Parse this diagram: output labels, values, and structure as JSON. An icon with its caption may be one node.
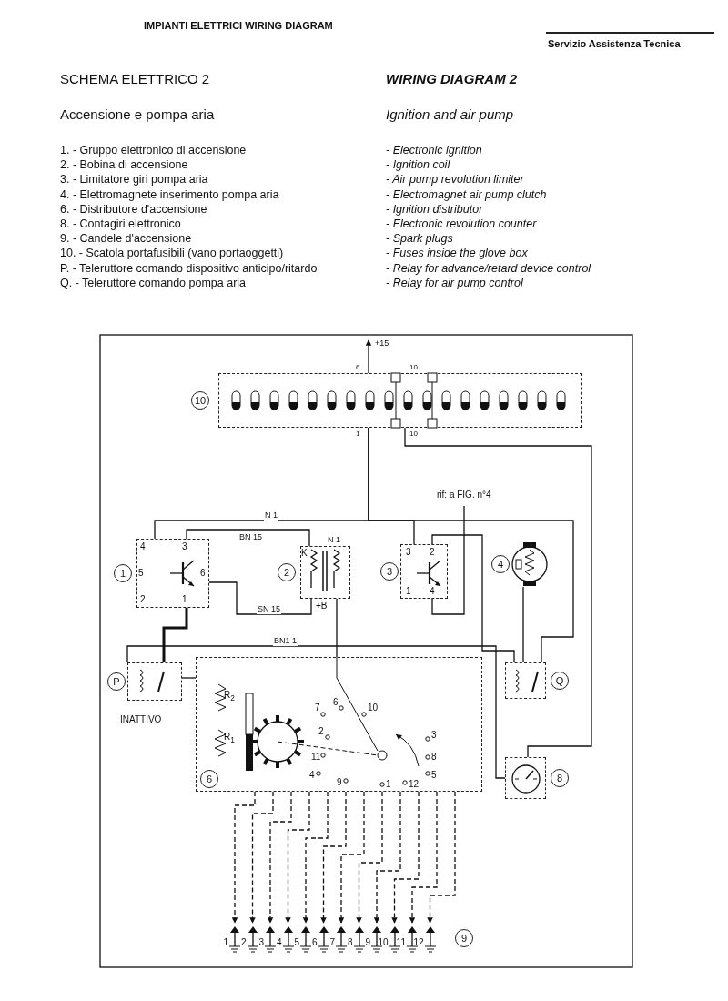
{
  "diagram": {
    "nodes": [
      {
        "text": [
          "10"
        ]
      },
      {
        "text": [
          "1"
        ]
      },
      {
        "text": [
          "2"
        ]
      },
      {
        "text": [
          "3"
        ]
      },
      {
        "text": [
          "4"
        ]
      },
      {
        "text": [
          "P"
        ]
      },
      {
        "text": [
          "6"
        ]
      },
      {
        "text": [
          "Q"
        ]
      },
      {
        "text": [
          "8"
        ]
      },
      {
        "text": [
          "1"
        ]
      },
      {
        "text": [
          "2"
        ]
      },
      {
        "text": [
          "3"
        ]
      },
      {
        "text": [
          "4"
        ]
      },
      {
        "text": [
          "5"
        ]
      },
      {
        "text": [
          "6"
        ]
      },
      {
        "text": [
          "7"
        ]
      },
      {
        "text": [
          "8"
        ]
      },
      {
        "text": [
          "9"
        ]
      },
      {
        "text": [
          "10"
        ]
      },
      {
        "text": [
          "11"
        ]
      },
      {
        "text": [
          "12"
        ]
      }
    ],
    "edges": [
      {
        "from": 0,
        "to": null,
        "arrow": "to",
        "label": "+15"
      },
      {
        "from": 0,
        "to": 8,
        "arrow": "none"
      },
      {
        "from": 0,
        "to": 1,
        "arrow": "none",
        "label": "N 1"
      },
      {
        "from": 0,
        "to": 3,
        "arrow": "none"
      },
      {
        "from": 0,
        "to": 7,
        "arrow": "none"
      },
      {
        "from": 1,
        "to": 2,
        "arrow": "none",
        "label": "BN 15"
      },
      {
        "from": 1,
        "to": 2,
        "arrow": "none",
        "label": "SN 15"
      },
      {
        "from": 2,
        "to": 6,
        "arrow": "none"
      },
      {
        "from": 1,
        "to": 5,
        "arrow": "none",
        "style": "thick"
      },
      {
        "from": 5,
        "to": 6,
        "arrow": "none"
      },
      {
        "from": 3,
        "to": 7,
        "arrow": "none"
      },
      {
        "from": 3,
        "to": null,
        "arrow": "none"
      },
      {
        "from": 4,
        "to": 7,
        "arrow": "none"
      },
      {
        "from": 5,
        "to": 8,
        "arrow": "none",
        "label": "BN1 1"
      },
      {
        "from": 6,
        "to": 9,
        "arrow": "to",
        "style": "dashed"
      },
      {
        "from": 6,
        "to": 10,
        "arrow": "to",
        "style": "dashed"
      },
      {
        "from": 6,
        "to": 11,
        "arrow": "to",
        "style": "dashed"
      },
      {
        "from": 6,
        "to": 12,
        "arrow": "to",
        "style": "dashed"
      },
      {
        "from": 6,
        "to": 13,
        "arrow": "to",
        "style": "dashed"
      },
      {
        "from": 6,
        "to": 14,
        "arrow": "to",
        "style": "dashed"
      },
      {
        "from": 6,
        "to": 15,
        "arrow": "to",
        "style": "dashed"
      },
      {
        "from": 6,
        "to": 16,
        "arrow": "to",
        "style": "dashed"
      },
      {
        "from": 6,
        "to": 17,
        "arrow": "to",
        "style": "dashed"
      },
      {
        "from": 6,
        "to": 18,
        "arrow": "to",
        "style": "dashed"
      },
      {
        "from": 6,
        "to": 19,
        "arrow": "to",
        "style": "dashed"
      },
      {
        "from": 6,
        "to": 20,
        "arrow": "to",
        "style": "dashed"
      }
    ],
    "labels": [
      "IMPIANTI ELETTRICI WIRING DIAGRAM",
      "Servizio Assistenza Tecnica",
      "SCHEMA ELETTRICO 2",
      "WIRING DIAGRAM 2",
      "Accensione e pompa aria",
      "Ignition and air pump",
      "1. - Gruppo elettronico di accensione",
      "- Electronic ignition",
      "2. - Bobina di accensione",
      "- Ignition coil",
      "3. - Limitatore giri pompa aria",
      "- Air pump revolution limiter",
      "4. - Elettromagnete inserimento pompa aria",
      "- Electromagnet air pump clutch",
      "6. - Distributore d'accensione",
      "- Ignition distributor",
      "8. - Contagiri elettronico",
      "- Electronic revolution counter",
      "9. - Candele d'accensione",
      "- Spark plugs",
      "10. - Scatola portafusibili (vano portaoggetti)",
      "- Fuses inside the glove box",
      "P. - Teleruttore comando dispositivo anticipo/ritardo",
      "- Relay for advance/retard device control",
      "Q. - Teleruttore comando pompa aria",
      "- Relay for air pump control",
      "rif: a FIG. n°4",
      "N 1",
      "4",
      "3",
      "5",
      "6",
      "2",
      "1",
      "K",
      "+B",
      "3",
      "2",
      "1",
      "4",
      "INATTIVO",
      "R$_{2}$",
      "R$_{1}$",
      "7",
      "6",
      "10",
      "2",
      "3",
      "11",
      "8",
      "4",
      "5",
      "9",
      "1",
      "12",
      "9",
      "6",
      "10",
      "1",
      "10"
    ]
  }
}
